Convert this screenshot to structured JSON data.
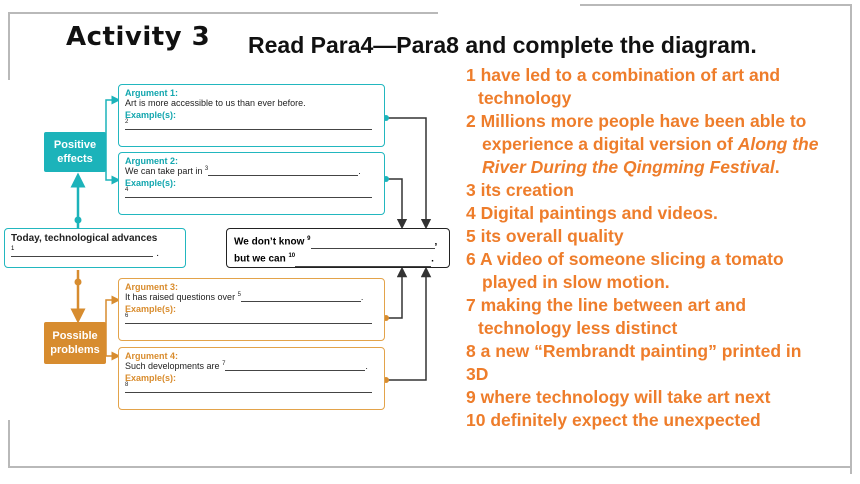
{
  "title": {
    "activity": "Activity 3",
    "instruction": "Read Para4—Para8 and complete the diagram."
  },
  "diagram": {
    "positive_effects": "Positive effects",
    "possible_problems": "Possible problems",
    "tech_box": {
      "text": "Today, technological advances",
      "num": "1"
    },
    "center_box": {
      "line1": "We don’t know",
      "num1": "9",
      "line2": "but we can",
      "num2": "10"
    },
    "arguments": [
      {
        "title": "Argument 1:",
        "text": "Art is more accessible to us than ever before.",
        "blank_num": "",
        "example_label": "Example(s):",
        "example_num": "2"
      },
      {
        "title": "Argument 2:",
        "text": "We can take part in",
        "blank_num": "3",
        "example_label": "Example(s):",
        "example_num": "4"
      },
      {
        "title": "Argument 3:",
        "text": "It has raised questions over",
        "blank_num": "5",
        "example_label": "Example(s):",
        "example_num": "6"
      },
      {
        "title": "Argument 4:",
        "text": "Such developments are",
        "blank_num": "7",
        "example_label": "Example(s):",
        "example_num": "8"
      }
    ]
  },
  "answers": [
    {
      "l1": "1 have led to a combination of art and",
      "l2": "technology",
      "l3": ""
    },
    {
      "l1": "2 Millions more people have been able to",
      "l2": "experience a digital version of",
      "l2_italic": "Along the",
      "l3": "River During the Qingming Festival",
      "l3_tail": "."
    },
    {
      "l1": "3 its creation"
    },
    {
      "l1": "4 Digital paintings and videos."
    },
    {
      "l1": "5 its overall quality"
    },
    {
      "l1": "6 A video of someone slicing a tomato",
      "l2": "played  in slow motion."
    },
    {
      "l1": "7 making the line between art and",
      "l2": "technology less distinct"
    },
    {
      "l1": "8 a new “Rembrandt painting” printed in",
      "l2": "3D"
    },
    {
      "l1": "9 where technology will take art next"
    },
    {
      "l1": "10 definitely expect the unexpected"
    }
  ],
  "colors": {
    "teal": "#1cb3ba",
    "orange": "#d78c2f",
    "answer": "#ee7d2b"
  }
}
